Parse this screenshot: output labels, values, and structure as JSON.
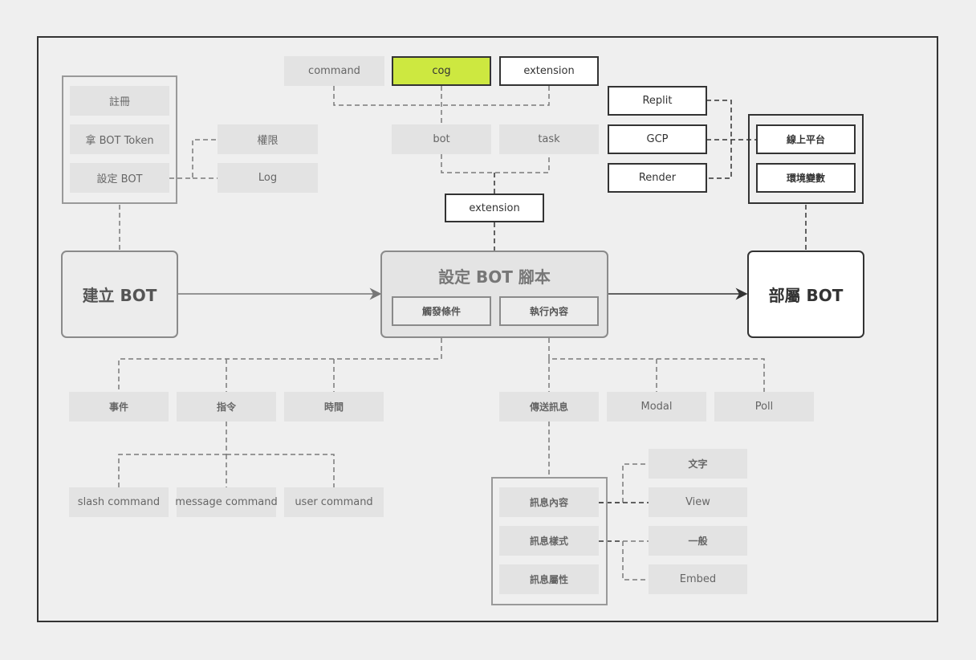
{
  "register": {
    "label_1": "註冊",
    "label_2": "拿 BOT Token",
    "label_3": "設定 BOT",
    "permission": "權限",
    "log": "Log"
  },
  "create_bot": "建立 BOT",
  "top_row": {
    "command": "command",
    "cog": "cog",
    "extension": "extension"
  },
  "middle_row": {
    "bot": "bot",
    "task": "task",
    "extension": "extension"
  },
  "setup_script": {
    "title": "設定 BOT 腳本",
    "trigger": "觸發條件",
    "action": "執行內容"
  },
  "deploy": {
    "title": "部屬 BOT",
    "replit": "Replit",
    "gcp": "GCP",
    "render": "Render",
    "online_platform": "線上平台",
    "env_vars": "環境變數"
  },
  "triggers": {
    "event": "事件",
    "command": "指令",
    "time": "時間"
  },
  "commands": {
    "slash": "slash command",
    "message": "message command",
    "user": "user command"
  },
  "actions": {
    "send_message": "傳送訊息",
    "modal": "Modal",
    "poll": "Poll"
  },
  "message": {
    "content": "訊息內容",
    "style": "訊息樣式",
    "attribute": "訊息屬性",
    "text": "文字",
    "view": "View",
    "normal": "一般",
    "embed": "Embed"
  },
  "colors": {
    "accent": "#cde840",
    "line": "#555555",
    "frame": "#333333"
  }
}
